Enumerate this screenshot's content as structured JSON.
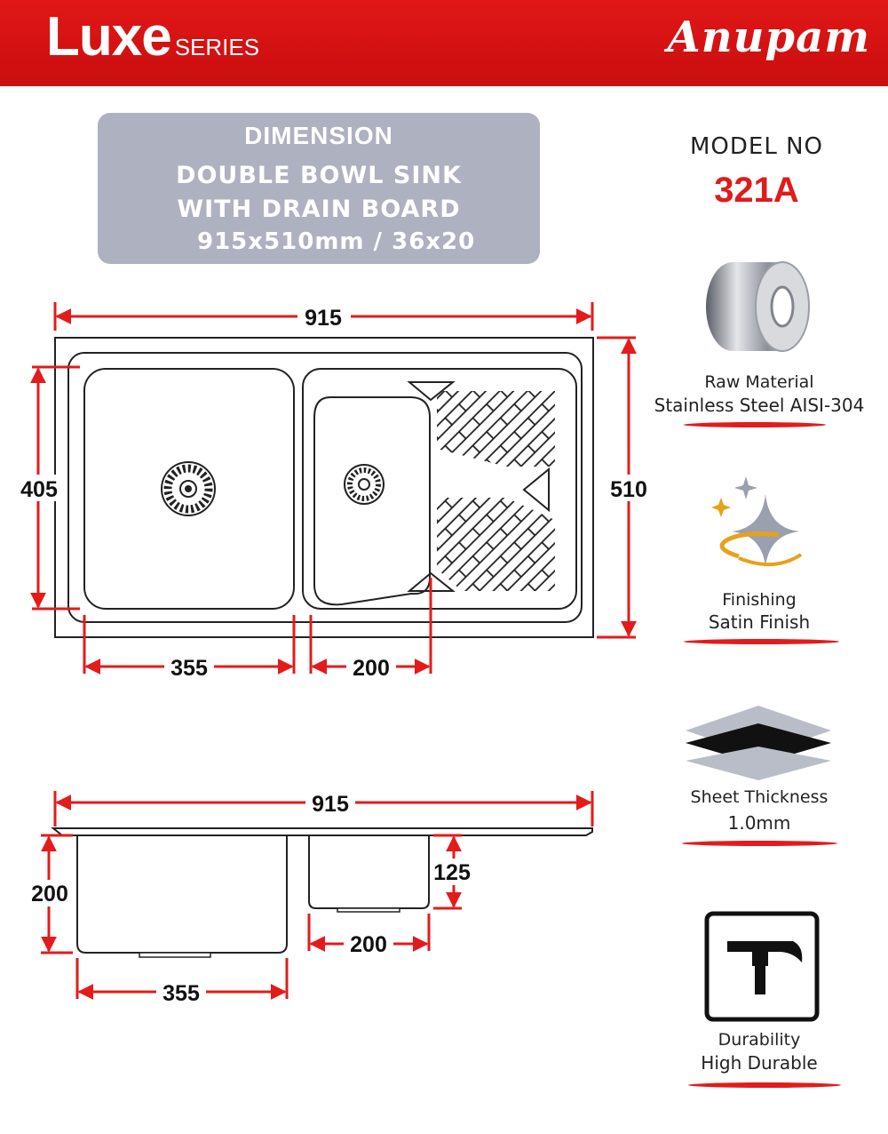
{
  "header": {
    "series_brand": "Luxe",
    "series_word": "SERIES",
    "brand_logo": "Anupam"
  },
  "dimension_box": {
    "title": "DIMENSION",
    "line1": "DOUBLE BOWL SINK",
    "line2": "WITH DRAIN BOARD",
    "line3": "915x510mm / 36x20"
  },
  "model": {
    "label": "MODEL NO",
    "value": "321A"
  },
  "features": [
    {
      "label": "Raw Material",
      "value": "Stainless Steel AISI-304",
      "icon": "steel-coil-icon"
    },
    {
      "label": "Finishing",
      "value": "Satin Finish",
      "icon": "sparkle-icon"
    },
    {
      "label": "Sheet Thickness",
      "value": "1.0mm",
      "icon": "layers-icon"
    },
    {
      "label": "Durability",
      "value": "High Durable",
      "icon": "hammer-icon"
    }
  ],
  "top_view": {
    "overall_width": "915",
    "bowl_height": "405",
    "overall_depth": "510",
    "big_bowl_width": "355",
    "small_bowl_width": "200"
  },
  "side_view": {
    "overall_width": "915",
    "big_bowl_depth": "200",
    "small_bowl_depth": "125",
    "small_bowl_width": "200",
    "big_bowl_width": "355"
  },
  "colors": {
    "brand_red": "#e01b1b",
    "panel_gray": "#adb1c0",
    "dimension_red": "#e31b1b"
  }
}
